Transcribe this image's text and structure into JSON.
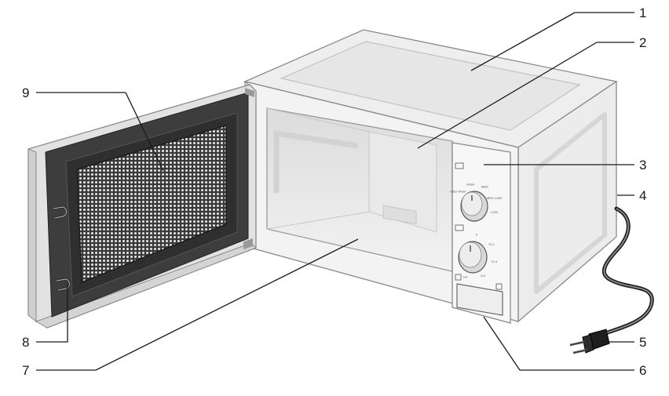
{
  "callouts": [
    {
      "id": "1",
      "label": "1"
    },
    {
      "id": "2",
      "label": "2"
    },
    {
      "id": "3",
      "label": "3"
    },
    {
      "id": "4",
      "label": "4"
    },
    {
      "id": "5",
      "label": "5"
    },
    {
      "id": "6",
      "label": "6"
    },
    {
      "id": "7",
      "label": "7"
    },
    {
      "id": "8",
      "label": "8"
    },
    {
      "id": "9",
      "label": "9"
    }
  ],
  "knob1_marks": [
    "MED HIGH",
    "HIGH",
    "MED",
    "MED LOW",
    "LOW"
  ],
  "knob2_marks": [
    "0",
    "+0.2",
    "+0.4",
    "0.6",
    "0.8"
  ],
  "colors": {
    "outline": "#8a8a8a",
    "body": "#ececec",
    "door_frame": "#3d3d3d",
    "mesh": "#e6e6e6"
  }
}
